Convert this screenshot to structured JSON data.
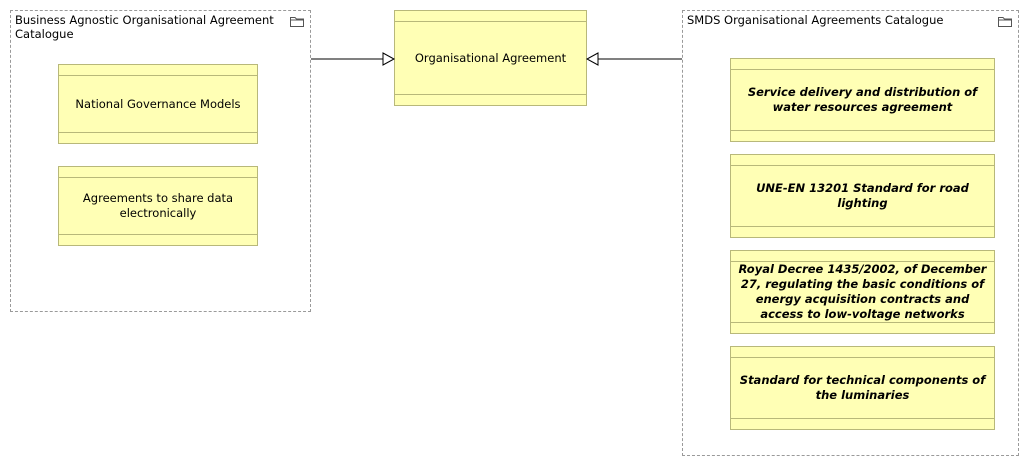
{
  "left_group": {
    "title": "Business Agnostic Organisational Agreement Catalogue",
    "items": [
      {
        "label": "National Governance Models"
      },
      {
        "label": "Agreements to share data electronically"
      }
    ]
  },
  "center": {
    "label": "Organisational Agreement"
  },
  "right_group": {
    "title": "SMDS Organisational Agreements Catalogue",
    "items": [
      {
        "label": "Service delivery and distribution of water resources agreement"
      },
      {
        "label": "UNE-EN 13201 Standard for road lighting"
      },
      {
        "label": "Royal Decree 1435/2002, of December 27, regulating the basic conditions of energy acquisition contracts and access to low-voltage networks"
      },
      {
        "label": "Standard for technical components of the luminaries"
      }
    ]
  },
  "colors": {
    "element_fill": "#ffffb5",
    "element_border": "#b8b87a",
    "group_border": "#9a9a9a"
  },
  "icons": [
    "folder-icon"
  ]
}
